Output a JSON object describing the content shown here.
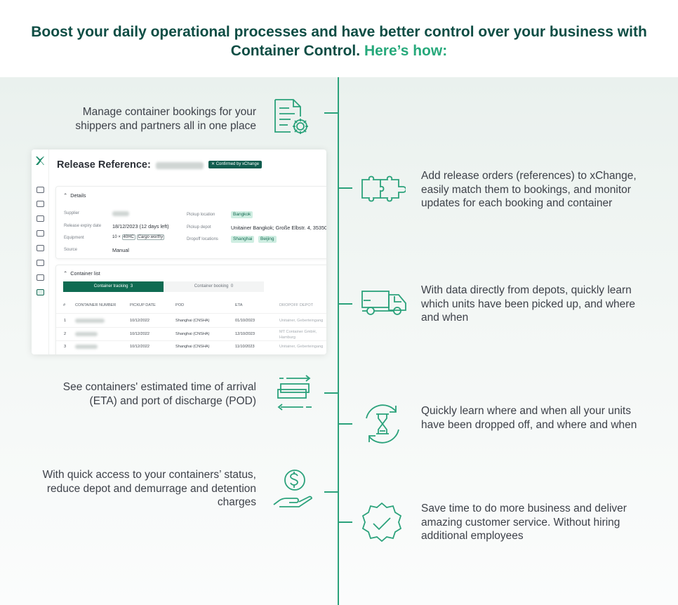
{
  "hero": {
    "title_main": "Boost your daily operational processes and have better control over your business with Container Control.",
    "title_accent": "Here’s how:"
  },
  "colors": {
    "brand_dark": "#0e4d44",
    "brand_accent": "#27a97b",
    "line": "#2ba27b"
  },
  "features_left": [
    {
      "text": "Manage container bookings for your shippers and partners all in one place",
      "icon": "document-gear-icon"
    },
    {
      "text": "See containers' estimated time of arrival (ETA) and port of discharge (POD)",
      "icon": "container-transfer-icon"
    },
    {
      "text": "With quick access to your containers’ status, reduce depot and demurrage and detention charges",
      "icon": "hand-dollar-icon"
    }
  ],
  "features_right": [
    {
      "text": "Add release orders (references) to xChange, easily match them to bookings, and monitor updates for each booking and container",
      "icon": "puzzle-icon"
    },
    {
      "text": "With data directly from depots, quickly learn which units have been picked up, and where and when",
      "icon": "truck-icon"
    },
    {
      "text": "Quickly learn where and when all your units have been dropped off, and where and when",
      "icon": "hourglass-cycle-icon"
    },
    {
      "text": "Save time to do more business and deliver amazing customer service. Without hiring additional employees",
      "icon": "verified-badge-icon"
    }
  ],
  "app": {
    "title": "Release Reference:",
    "badge": "✕ Confirmed by xChange",
    "details": {
      "heading": "Details",
      "supplier_label": "Supplier",
      "expiry_label": "Release expiry date",
      "expiry_value": "18/12/2023 (12 days left)",
      "equipment_label": "Equipment",
      "equipment_qty": "10 ×",
      "equipment_type": "40HC",
      "equipment_tag": "Cargo worthy",
      "source_label": "Source",
      "source_value": "Manual",
      "pickup_location_label": "Pickup location",
      "pickup_location_value": "Bangkok",
      "pickup_depot_label": "Pickup depot",
      "pickup_depot_value": "Unitainer Bangkok; Große Elbstr. 4, 35350",
      "dropoff_label": "Dropoff locations",
      "dropoff_values": [
        "Shanghai",
        "Beijing"
      ]
    },
    "container_list": {
      "heading": "Container list",
      "tab_active": "Container tracking",
      "tab_active_count": "3",
      "tab_inactive": "Container booking",
      "tab_inactive_count": "0",
      "columns": [
        "#",
        "CONTAINER NUMBER",
        "PICKUP DATE",
        "POD",
        "ETA",
        "DROPOFF DEPOT"
      ],
      "rows": [
        {
          "n": "1",
          "pickup": "10/12/2022",
          "pod": "Shanghai (CNSHA)",
          "eta": "01/10/2023",
          "depot": "Unitainer, Geberteingang"
        },
        {
          "n": "2",
          "pickup": "10/12/2022",
          "pod": "Shanghai (CNSHA)",
          "eta": "12/10/2023",
          "depot": "MT Container GmbH, Hamburg"
        },
        {
          "n": "3",
          "pickup": "10/12/2022",
          "pod": "Shanghai (CNSHA)",
          "eta": "11/10/2023",
          "depot": "Unitainer, Geberteingang"
        }
      ]
    }
  }
}
